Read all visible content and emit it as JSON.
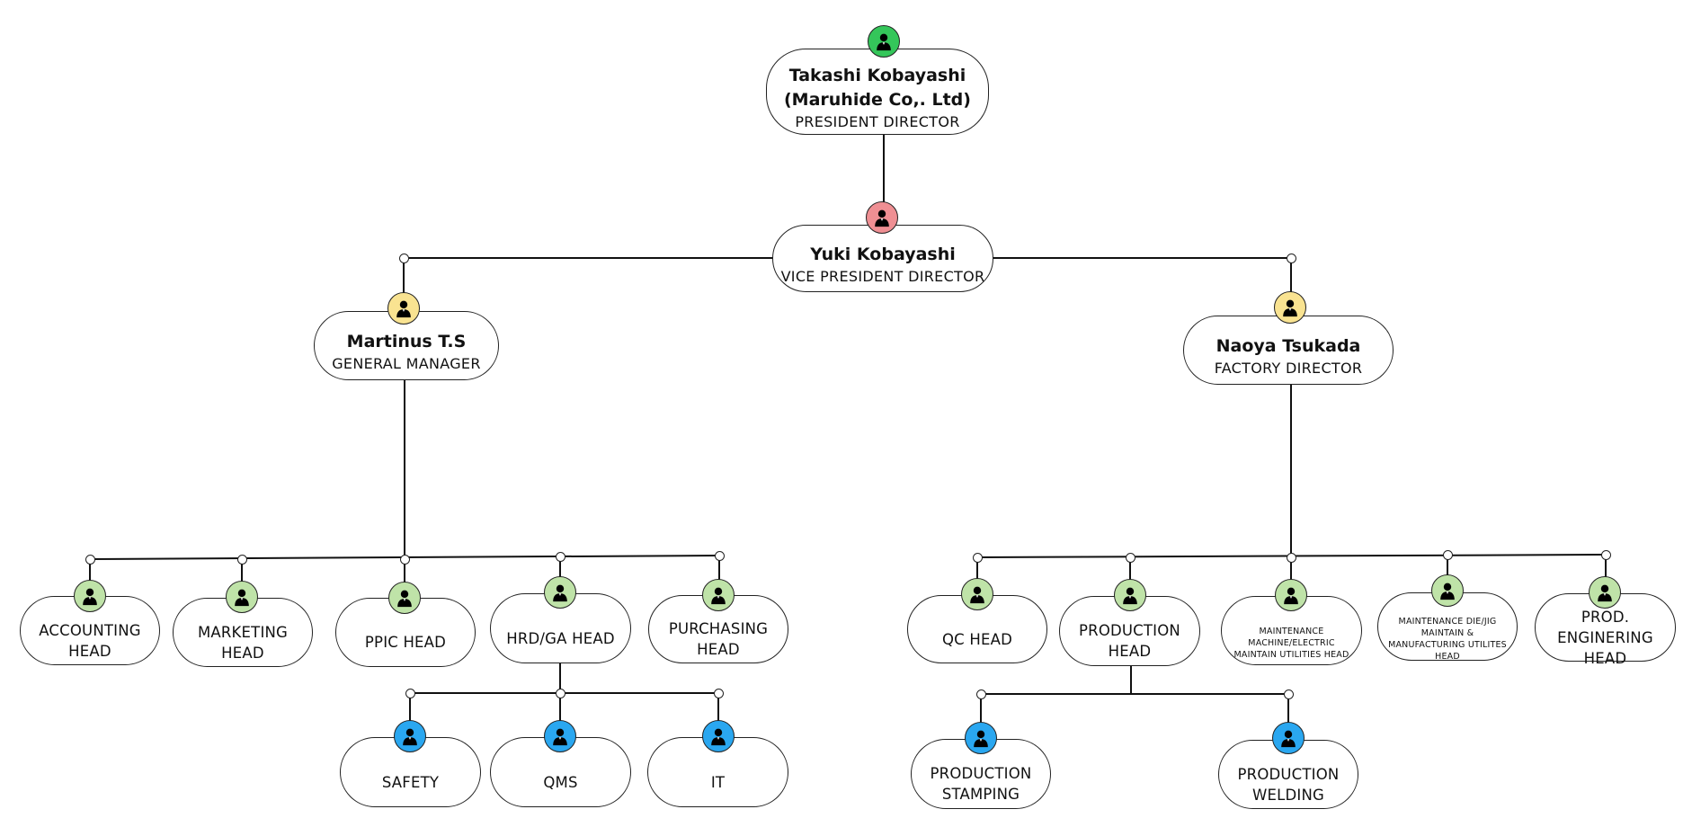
{
  "colors": {
    "level_president": "#34c65a",
    "level_vice": "#ef8f93",
    "level_director": "#f9e391",
    "level_head": "#bfe3a8",
    "level_staff": "#2aa7f0"
  },
  "icons": {
    "avatar": "person-icon"
  },
  "nodes": {
    "president": {
      "name": "Takashi Kobayashi\n(Maruhide Co,. Ltd)",
      "role": "PRESIDENT DIRECTOR",
      "level": "level_president"
    },
    "vice": {
      "name": "Yuki Kobayashi",
      "role": "VICE PRESIDENT DIRECTOR",
      "level": "level_vice"
    },
    "gm": {
      "name": "Martinus T.S",
      "role": "GENERAL MANAGER",
      "level": "level_director"
    },
    "fd": {
      "name": "Naoya Tsukada",
      "role": "FACTORY DIRECTOR",
      "level": "level_director"
    },
    "accounting": {
      "label": "ACCOUNTING\nHEAD",
      "level": "level_head"
    },
    "marketing": {
      "label": "MARKETING\nHEAD",
      "level": "level_head"
    },
    "ppic": {
      "label": "PPIC HEAD",
      "level": "level_head"
    },
    "hrd": {
      "label": "HRD/GA HEAD",
      "level": "level_head"
    },
    "purchasing": {
      "label": "PURCHASING\nHEAD",
      "level": "level_head"
    },
    "safety": {
      "label": "SAFETY",
      "level": "level_staff"
    },
    "qms": {
      "label": "QMS",
      "level": "level_staff"
    },
    "it": {
      "label": "IT",
      "level": "level_staff"
    },
    "qc": {
      "label": "QC HEAD",
      "level": "level_head"
    },
    "production": {
      "label": "PRODUCTION\nHEAD",
      "level": "level_head"
    },
    "maint_machine": {
      "label": "MAINTENANCE\nMACHINE/ELECTRIC\nMAINTAIN UTILITIES HEAD",
      "level": "level_head"
    },
    "maint_die": {
      "label": "MAINTENANCE DIE/JIG\nMAINTAIN &\nMANUFACTURING UTILITES\nHEAD",
      "level": "level_head"
    },
    "prod_eng": {
      "label": "PROD. ENGINERING\nHEAD",
      "level": "level_head"
    },
    "stamping": {
      "label": "PRODUCTION\nSTAMPING",
      "level": "level_staff"
    },
    "welding": {
      "label": "PRODUCTION\nWELDING",
      "level": "level_staff"
    }
  }
}
